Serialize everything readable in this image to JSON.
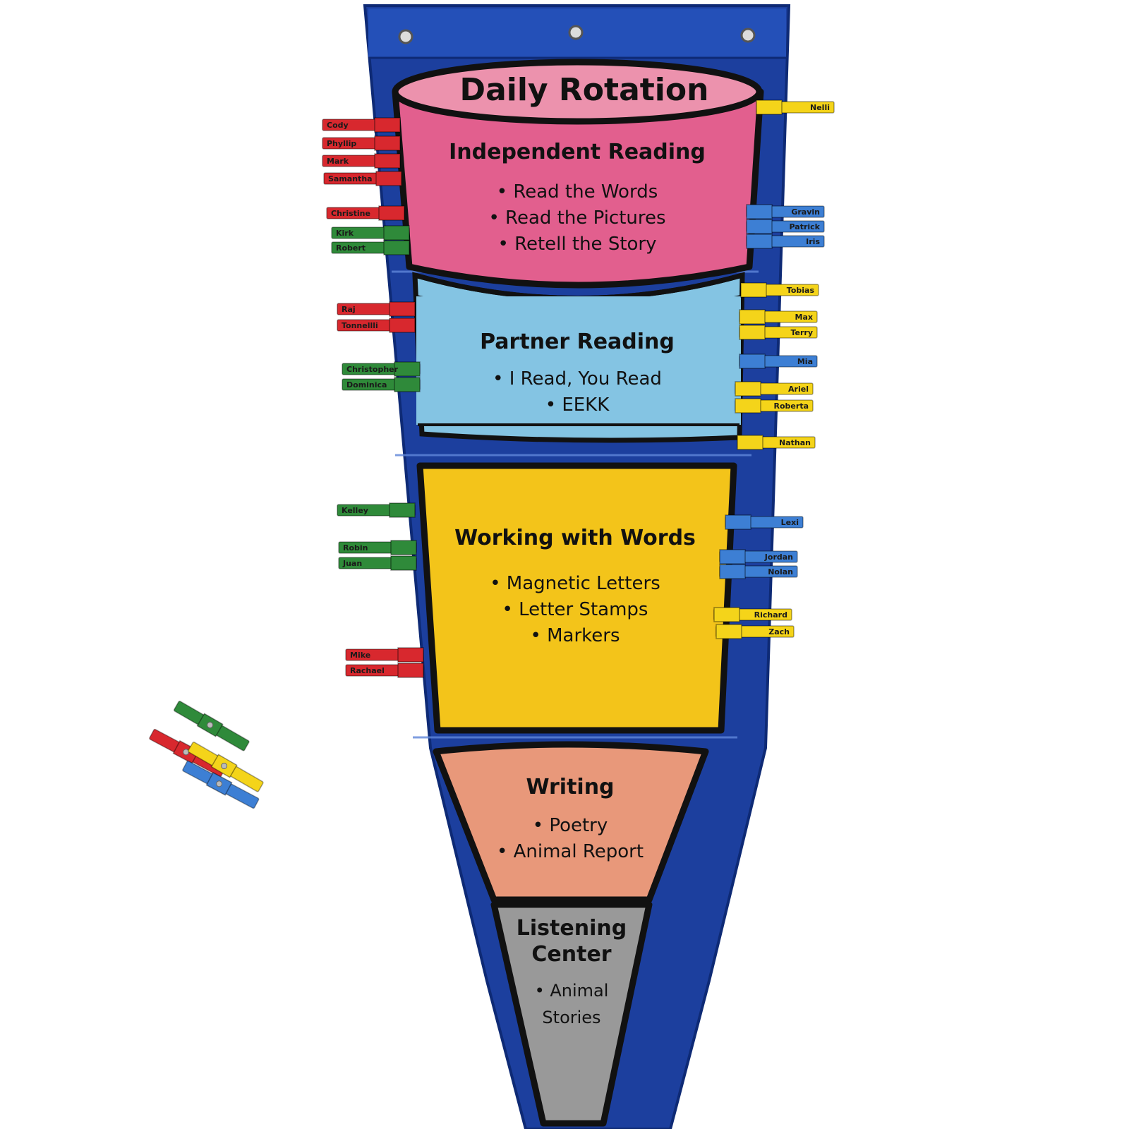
{
  "chart": {
    "title": "Daily Rotation",
    "colors": {
      "pocket_chart": "#1c3f9e",
      "independent": "#e25f8e",
      "partner": "#84c4e3",
      "words": "#f3c41a",
      "writing": "#e8987a",
      "listening": "#999999"
    },
    "sections": [
      {
        "name": "Independent Reading",
        "items": [
          "• Read the Words",
          "• Read the Pictures",
          "• Retell the Story"
        ]
      },
      {
        "name": "Partner Reading",
        "items": [
          "• I Read, You Read",
          "• EEKK"
        ]
      },
      {
        "name": "Working with Words",
        "items": [
          "• Magnetic Letters",
          "• Letter Stamps",
          "• Markers"
        ]
      },
      {
        "name": "Writing",
        "items": [
          "• Poetry",
          "• Animal Report"
        ]
      },
      {
        "name": "Listening Center",
        "name_lines": [
          "Listening",
          "Center"
        ],
        "items": [
          "• Animal",
          "Stories"
        ]
      }
    ]
  },
  "clips_left": [
    {
      "name": "Cody",
      "color": "red"
    },
    {
      "name": "Phyllip",
      "color": "red"
    },
    {
      "name": "Mark",
      "color": "red"
    },
    {
      "name": "Samantha",
      "color": "red"
    },
    {
      "name": "Christine",
      "color": "red"
    },
    {
      "name": "Kirk",
      "color": "green"
    },
    {
      "name": "Robert",
      "color": "green"
    },
    {
      "name": "Raj",
      "color": "red"
    },
    {
      "name": "Tonnellli",
      "color": "red"
    },
    {
      "name": "Christopher",
      "color": "green"
    },
    {
      "name": "Dominica",
      "color": "green"
    },
    {
      "name": "Kelley",
      "color": "green"
    },
    {
      "name": "Robin",
      "color": "green"
    },
    {
      "name": "Juan",
      "color": "green"
    },
    {
      "name": "Mike",
      "color": "red"
    },
    {
      "name": "Rachael",
      "color": "red"
    }
  ],
  "clips_right": [
    {
      "name": "Nelli",
      "color": "yellow"
    },
    {
      "name": "Gravin",
      "color": "blue"
    },
    {
      "name": "Patrick",
      "color": "blue"
    },
    {
      "name": "Iris",
      "color": "blue"
    },
    {
      "name": "Tobias",
      "color": "yellow"
    },
    {
      "name": "Max",
      "color": "yellow"
    },
    {
      "name": "Terry",
      "color": "yellow"
    },
    {
      "name": "Mia",
      "color": "blue"
    },
    {
      "name": "Ariel",
      "color": "yellow"
    },
    {
      "name": "Roberta",
      "color": "yellow"
    },
    {
      "name": "Nathan",
      "color": "yellow"
    },
    {
      "name": "Lexi",
      "color": "blue"
    },
    {
      "name": "Jordan",
      "color": "blue"
    },
    {
      "name": "Nolan",
      "color": "blue"
    },
    {
      "name": "Richard",
      "color": "yellow"
    },
    {
      "name": "Zach",
      "color": "yellow"
    }
  ],
  "clip_colors": {
    "red": "#d8282e",
    "green": "#2f8a3a",
    "yellow": "#f4d41a",
    "blue": "#3d7fd4"
  },
  "loose_clips": [
    "green",
    "red",
    "yellow",
    "blue"
  ]
}
